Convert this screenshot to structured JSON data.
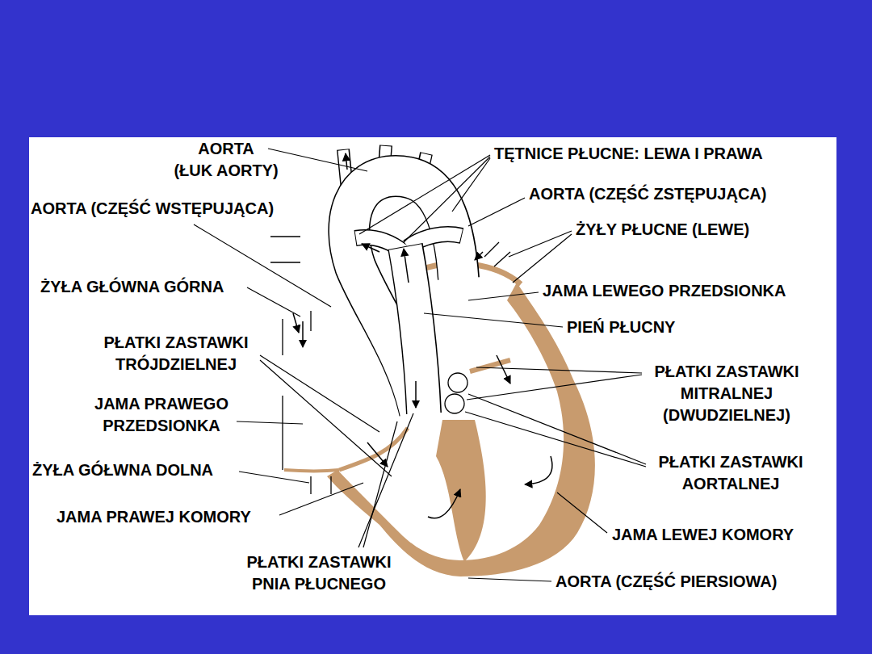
{
  "diagram": {
    "labels": [
      "AORTA (ŁUK AORTY)",
      "TĘTNICE PŁUCNE: LEWA I PRAWA",
      "AORTA (CZĘŚĆ WSTĘPUJĄCA)",
      "AORTA (CZĘŚĆ ZSTĘPUJĄCA)",
      "ŻYŁY PŁUCNE (LEWE)",
      "ŻYŁA GŁÓWNA GÓRNA",
      "JAMA LEWEGO PRZEDSIONKA",
      "PIEŃ PŁUCNY",
      "PŁATKI ZASTAWKI TRÓJDZIELNEJ",
      "PŁATKI ZASTAWKI MITRALNEJ (DWUDZIELNEJ)",
      "JAMA PRAWEGO PRZEDSIONKA",
      "ŻYŁA GÓŁWNA DOLNA",
      "PŁATKI ZASTAWKI AORTALNEJ",
      "JAMA PRAWEJ KOMORY",
      "JAMA LEWEJ KOMORY",
      "PŁATKI ZASTAWKI PNIA PŁUCNEGO",
      "AORTA (CZĘŚĆ PIERSIOWA)"
    ]
  }
}
